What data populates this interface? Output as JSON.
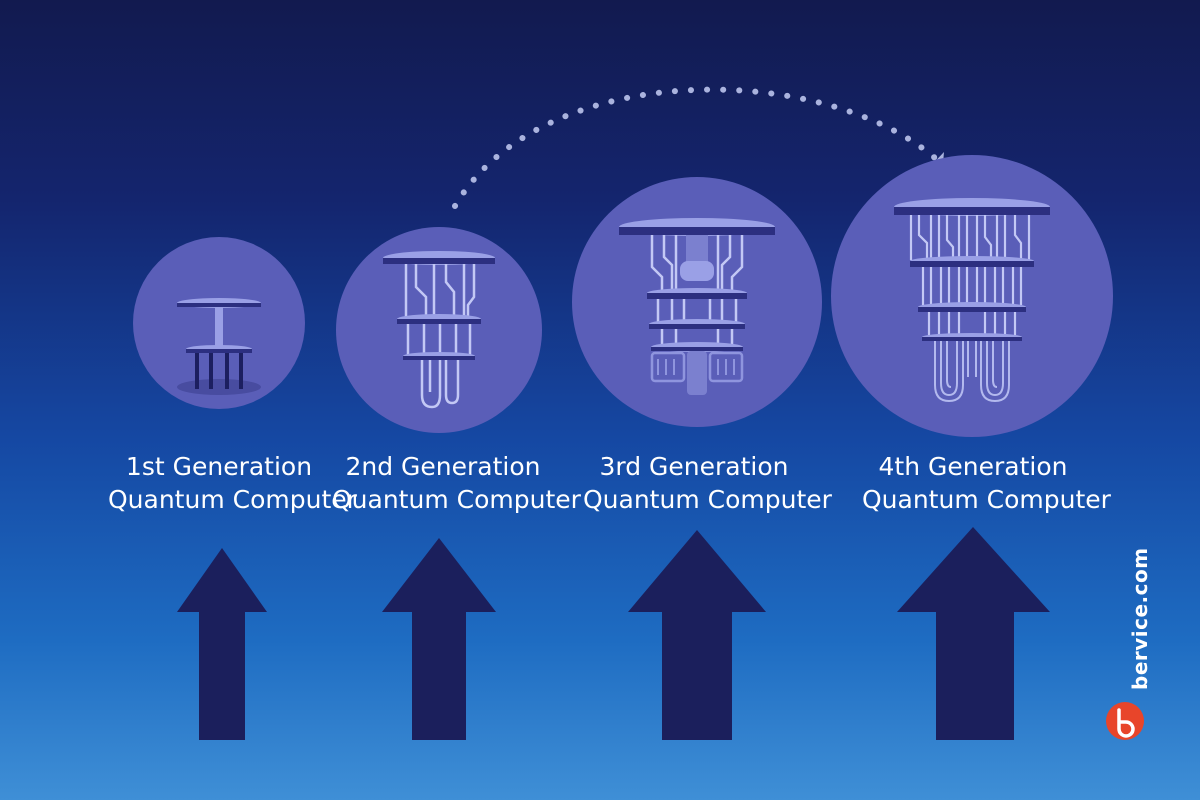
{
  "generations": [
    {
      "line1": "1st Generation",
      "line2": "Quantum Computer"
    },
    {
      "line1": "2nd Generation",
      "line2": "Quantum Computer"
    },
    {
      "line1": "3rd Generation",
      "line2": "Quantum Computer"
    },
    {
      "line1": "4th Generation",
      "line2": "Quantum Computer"
    }
  ],
  "watermark": {
    "text": "bervice.com",
    "logo_icon": "bervice-logo-icon"
  },
  "colors": {
    "circle": "#5a5eb8",
    "arrow": "#1b1f5c",
    "circuit": "#b9c0f2",
    "logo": "#e8452a"
  }
}
